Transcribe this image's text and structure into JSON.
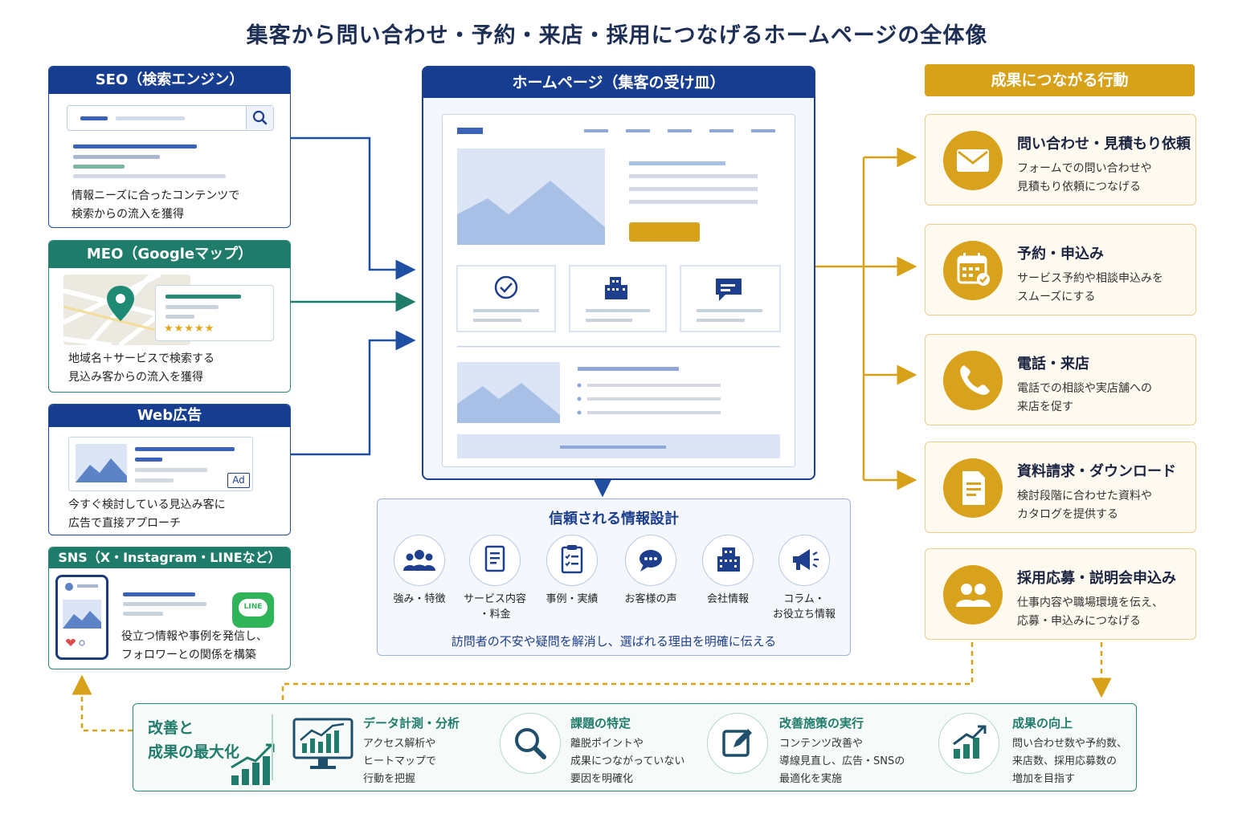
{
  "title": "集客から問い合わせ・予約・来店・採用につなげるホームページの全体像",
  "sources": [
    {
      "header": "SEO（検索エンジン）",
      "desc": [
        "情報ニーズに合ったコンテンツで",
        "検索からの流入を獲得"
      ]
    },
    {
      "header": "MEO（Googleマップ）",
      "desc": [
        "地域名＋サービスで検索する",
        "見込み客からの流入を獲得"
      ],
      "stars": "★★★★★"
    },
    {
      "header": "Web広告",
      "desc": [
        "今すぐ検討している見込み客に",
        "広告で直接アプローチ"
      ],
      "ad_label": "Ad"
    },
    {
      "header": "SNS（X・Instagram・LINEなど）",
      "desc": [
        "役立つ情報や事例を発信し、",
        "フォロワーとの関係を構築"
      ],
      "line_label": "LINE"
    }
  ],
  "homepage": {
    "header": "ホームページ（集客の受け皿）"
  },
  "trust": {
    "title": "信頼される情報設計",
    "items": [
      {
        "label": [
          "強み・特徴"
        ],
        "icon": "team-icon"
      },
      {
        "label": [
          "サービス内容",
          "・料金"
        ],
        "icon": "document-icon"
      },
      {
        "label": [
          "事例・実績"
        ],
        "icon": "clipboard-icon"
      },
      {
        "label": [
          "お客様の声"
        ],
        "icon": "chat-icon"
      },
      {
        "label": [
          "会社情報"
        ],
        "icon": "building-icon"
      },
      {
        "label": [
          "コラム・",
          "お役立ち情報"
        ],
        "icon": "megaphone-icon"
      }
    ],
    "footer": "訪問者の不安や疑問を解消し、選ばれる理由を明確に伝える"
  },
  "results": {
    "header": "成果につながる行動",
    "items": [
      {
        "title": "問い合わせ・見積もり依頼",
        "desc": [
          "フォームでの問い合わせや",
          "見積もり依頼につなげる"
        ],
        "icon": "mail-icon"
      },
      {
        "title": "予約・申込み",
        "desc": [
          "サービス予約や相談申込みを",
          "スムーズにする"
        ],
        "icon": "calendar-icon"
      },
      {
        "title": "電話・来店",
        "desc": [
          "電話での相談や実店舗への",
          "来店を促す"
        ],
        "icon": "phone-icon"
      },
      {
        "title": "資料請求・ダウンロード",
        "desc": [
          "検討段階に合わせた資料や",
          "カタログを提供する"
        ],
        "icon": "document-icon"
      },
      {
        "title": "採用応募・説明会申込み",
        "desc": [
          "仕事内容や職場環境を伝え、",
          "応募・申込みにつなげる"
        ],
        "icon": "people-icon"
      }
    ]
  },
  "improve": {
    "title": [
      "改善と",
      "成果の最大化"
    ],
    "steps": [
      {
        "title": "データ計測・分析",
        "desc": [
          "アクセス解析や",
          "ヒートマップで",
          "行動を把握"
        ],
        "icon": "analytics-monitor-icon"
      },
      {
        "title": "課題の特定",
        "desc": [
          "離脱ポイントや",
          "成果につながっていない",
          "要因を明確化"
        ],
        "icon": "magnifier-icon"
      },
      {
        "title": "改善施策の実行",
        "desc": [
          "コンテンツ改善や",
          "導線見直し、広告・SNSの",
          "最適化を実施"
        ],
        "icon": "edit-icon"
      },
      {
        "title": "成果の向上",
        "desc": [
          "問い合わせ数や予約数、",
          "来店数、採用応募数の",
          "増加を目指す"
        ],
        "icon": "growth-chart-icon"
      }
    ]
  },
  "colors": {
    "navy": "#163d8f",
    "green": "#1f7c6a",
    "gold": "#d7a11a",
    "light_blue": "#b7c9ea"
  }
}
